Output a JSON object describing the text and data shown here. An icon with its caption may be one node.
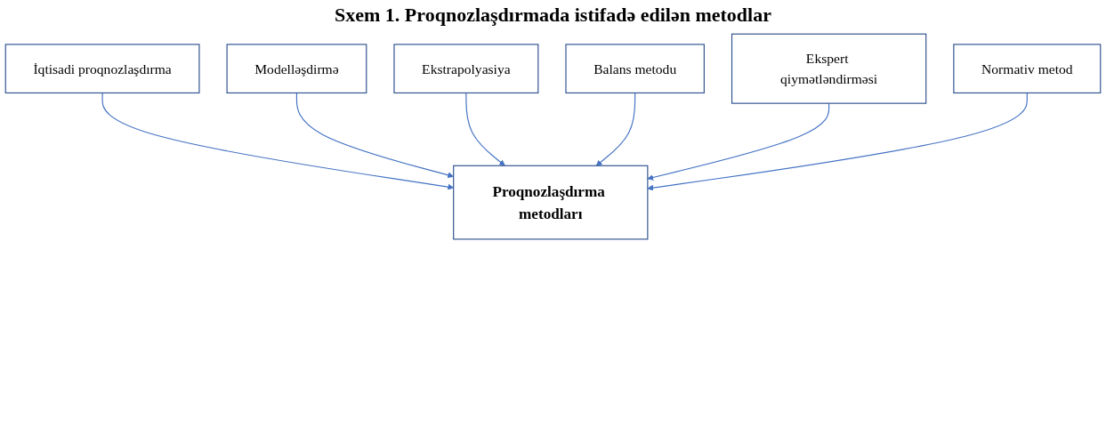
{
  "diagram": {
    "title": "Sxem 1. Proqnozlaşdırmada istifadə edilən metodlar",
    "nodes": [
      {
        "text": [
          "İqtisadi proqnozlaşdırma"
        ]
      },
      {
        "text": [
          "Modelləşdirmə"
        ]
      },
      {
        "text": [
          "Ekstrapolyasiya"
        ]
      },
      {
        "text": [
          "Balans metodu"
        ]
      },
      {
        "text": [
          "Proqnozlaşdırma metodları"
        ]
      },
      {
        "text": [
          "Ekspert qiymətləndirməsi"
        ]
      },
      {
        "text": [
          "Normativ metod"
        ]
      }
    ],
    "edges": [
      {
        "from": 0,
        "to": 4,
        "arrow": "to"
      },
      {
        "from": 1,
        "to": 4,
        "arrow": "to"
      },
      {
        "from": 2,
        "to": 4,
        "arrow": "to"
      },
      {
        "from": 3,
        "to": 4,
        "arrow": "to"
      },
      {
        "from": 5,
        "to": 4,
        "arrow": "to"
      },
      {
        "from": 6,
        "to": 4,
        "arrow": "to"
      }
    ]
  }
}
